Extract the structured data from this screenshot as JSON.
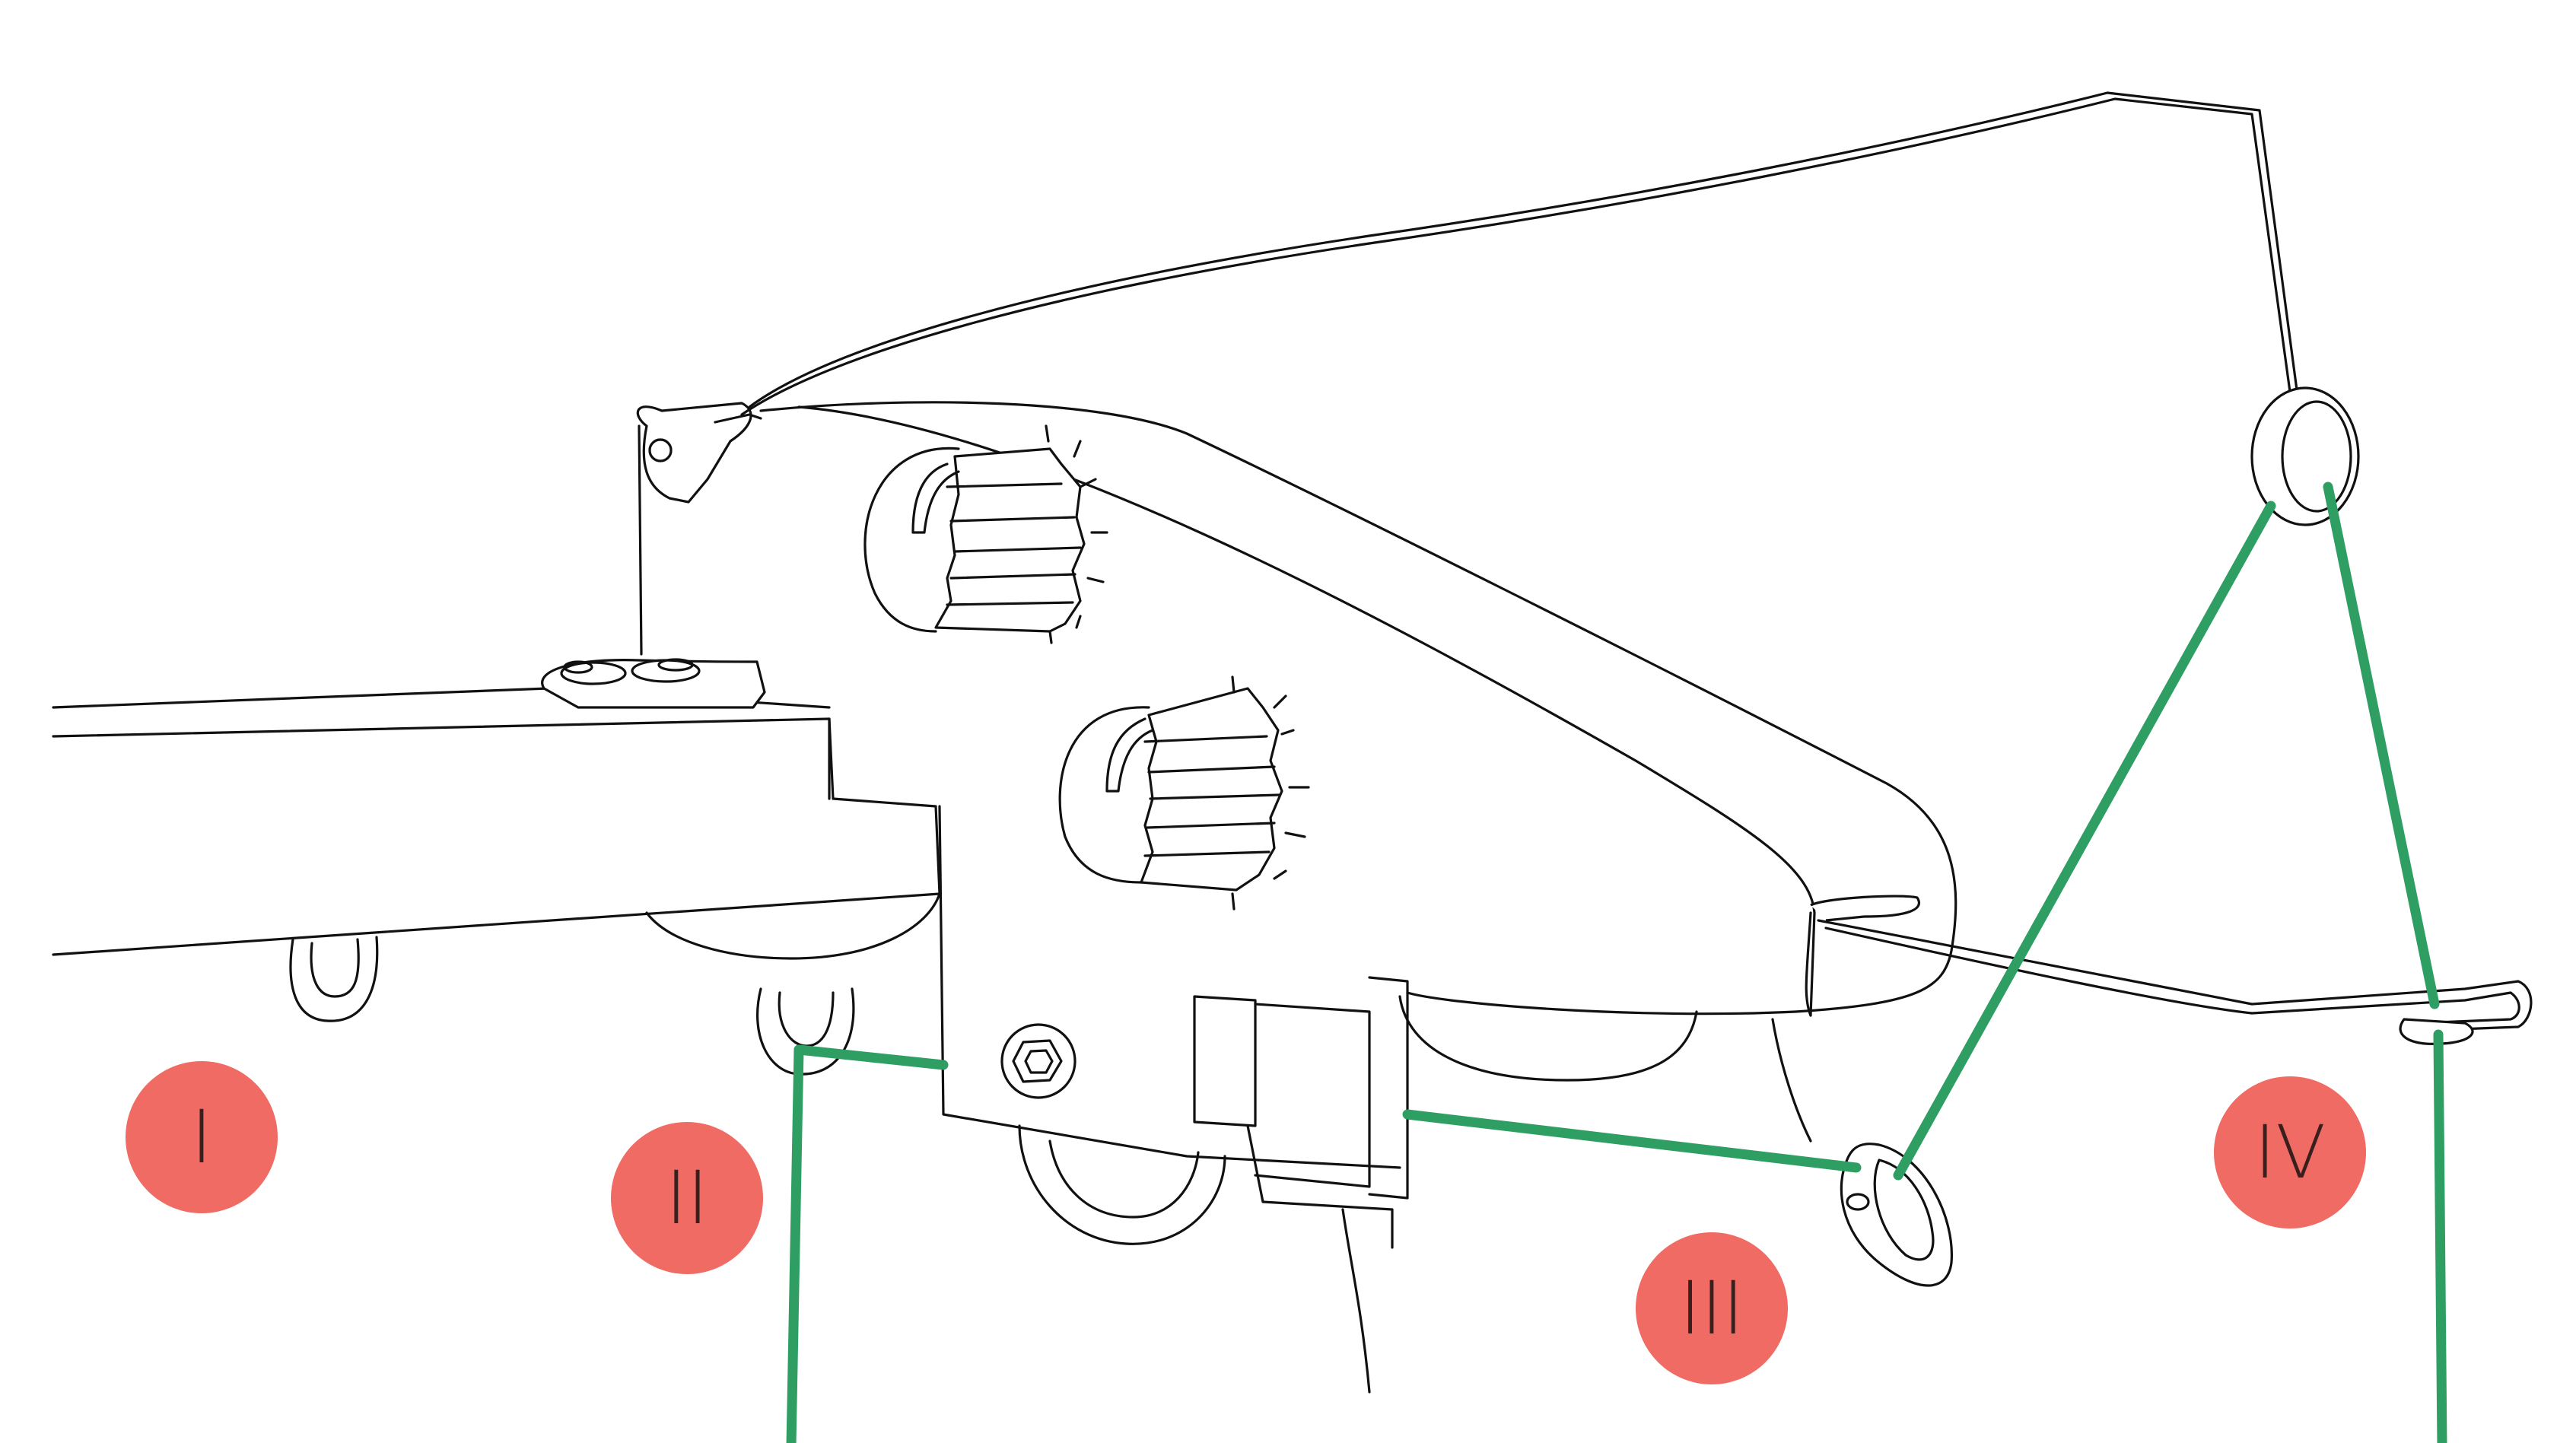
{
  "colors": {
    "background": "#ffffff",
    "line_art": "#111111",
    "thread": "#2e9e63",
    "marker_fill": "#ef6b63",
    "marker_text": "#3a1f1f"
  },
  "markers": [
    {
      "id": "I",
      "label": "I"
    },
    {
      "id": "II",
      "label": "II"
    },
    {
      "id": "III",
      "label": "III"
    },
    {
      "id": "IV",
      "label": "IV"
    }
  ]
}
